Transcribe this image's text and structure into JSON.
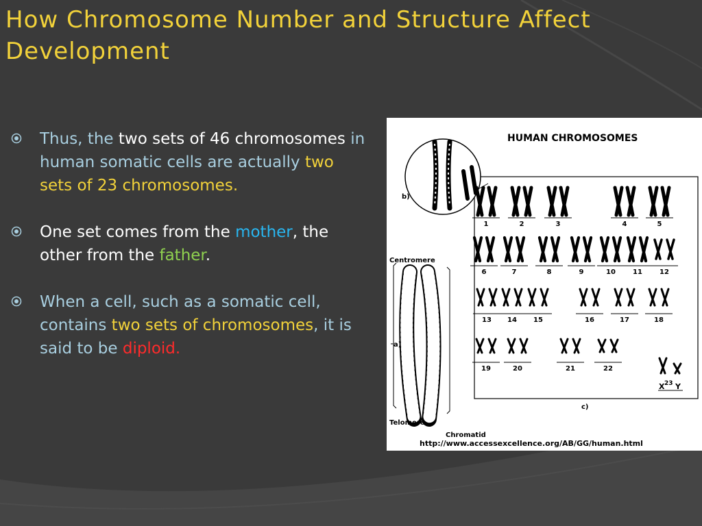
{
  "slide": {
    "title": "How Chromosome Number and Structure Affect Development",
    "bullets": [
      {
        "segments": [
          {
            "text": "Thus, the ",
            "color": "blue"
          },
          {
            "text": "two sets of 46 chromosomes",
            "color": "white"
          },
          {
            "text": " in human somatic cells are actually ",
            "color": "blue"
          },
          {
            "text": "two sets of 23 chromosomes.",
            "color": "yellow"
          }
        ]
      },
      {
        "segments": [
          {
            "text": "One set comes from the ",
            "color": "white"
          },
          {
            "text": "mother",
            "color": "sky"
          },
          {
            "text": ", the other from the ",
            "color": "white"
          },
          {
            "text": "father",
            "color": "green"
          },
          {
            "text": ".",
            "color": "white"
          }
        ]
      },
      {
        "segments": [
          {
            "text": "When a cell, such as a somatic cell, contains ",
            "color": "blue"
          },
          {
            "text": "two sets of chromosomes",
            "color": "yellow"
          },
          {
            "text": ", it is said to be ",
            "color": "blue"
          },
          {
            "text": "diploid.",
            "color": "red"
          }
        ]
      }
    ],
    "colors": {
      "background": "#3a3a3a",
      "title": "#f2d23a",
      "white": "#ffffff",
      "blue": "#a9cfe0",
      "yellow": "#f2d23a",
      "sky": "#29b6f0",
      "green": "#8fd14f",
      "red": "#ff2b2b"
    }
  },
  "figure": {
    "heading": "HUMAN CHROMOSOMES",
    "label_a": "a)",
    "label_b": "b)",
    "label_c": "c)",
    "centromere": "Centromere",
    "telomere": "Telomere",
    "chromatid": "Chromatid",
    "url": "http://www.accessexcellence.org/AB/GG/human.html",
    "pair_numbers": [
      "1",
      "2",
      "3",
      "4",
      "5",
      "6",
      "7",
      "8",
      "9",
      "10",
      "11",
      "12",
      "13",
      "14",
      "15",
      "16",
      "17",
      "18",
      "19",
      "20",
      "21",
      "22"
    ],
    "sex_x": "X",
    "sex_x_sup": "23",
    "sex_y": "Y"
  }
}
